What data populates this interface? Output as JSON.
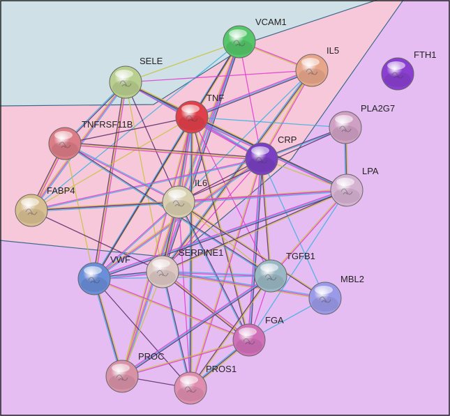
{
  "nodes": [
    {
      "id": "VCAM1",
      "label": "VCAM1",
      "color": "#55c66a"
    },
    {
      "id": "IL5",
      "label": "IL5",
      "color": "#e7a68a"
    },
    {
      "id": "FTH1",
      "label": "FTH1",
      "color": "#8a3fd0"
    },
    {
      "id": "SELE",
      "label": "SELE",
      "color": "#b9cf8f"
    },
    {
      "id": "TNF",
      "label": "TNF",
      "color": "#e0404a"
    },
    {
      "id": "PLA2G7",
      "label": "PLA2G7",
      "color": "#cfa0c4"
    },
    {
      "id": "TNFRSF11B",
      "label": "TNFRSF11B",
      "color": "#dc7c87"
    },
    {
      "id": "CRP",
      "label": "CRP",
      "color": "#7a3fc2"
    },
    {
      "id": "LPA",
      "label": "LPA",
      "color": "#d6b2d2"
    },
    {
      "id": "FABP4",
      "label": "FABP4",
      "color": "#d8bf92"
    },
    {
      "id": "IL6",
      "label": "IL6",
      "color": "#d8cfb0"
    },
    {
      "id": "VWF",
      "label": "VWF",
      "color": "#6a8ed8"
    },
    {
      "id": "SERPINE1",
      "label": "SERPINE1",
      "color": "#ddc8c4"
    },
    {
      "id": "TGFB1",
      "label": "TGFB1",
      "color": "#9ab8c4"
    },
    {
      "id": "MBL2",
      "label": "MBL2",
      "color": "#9b9ae8"
    },
    {
      "id": "FGA",
      "label": "FGA",
      "color": "#d070b8"
    },
    {
      "id": "PROC",
      "label": "PROC",
      "color": "#d892a8"
    },
    {
      "id": "PROS1",
      "label": "PROS1",
      "color": "#e08eb0"
    }
  ],
  "edges": [
    [
      "VCAM1",
      "SELE"
    ],
    [
      "VCAM1",
      "TNF"
    ],
    [
      "VCAM1",
      "IL6"
    ],
    [
      "VCAM1",
      "CRP"
    ],
    [
      "VCAM1",
      "VWF"
    ],
    [
      "VCAM1",
      "SERPINE1"
    ],
    [
      "VCAM1",
      "FABP4"
    ],
    [
      "VCAM1",
      "IL5"
    ],
    [
      "SELE",
      "TNF"
    ],
    [
      "SELE",
      "IL6"
    ],
    [
      "SELE",
      "CRP"
    ],
    [
      "SELE",
      "VWF"
    ],
    [
      "SELE",
      "SERPINE1"
    ],
    [
      "SELE",
      "TNFRSF11B"
    ],
    [
      "SELE",
      "FABP4"
    ],
    [
      "SELE",
      "IL5"
    ],
    [
      "SELE",
      "LPA"
    ],
    [
      "IL5",
      "TNF"
    ],
    [
      "IL5",
      "IL6"
    ],
    [
      "IL5",
      "CRP"
    ],
    [
      "IL5",
      "SERPINE1"
    ],
    [
      "TNF",
      "TNFRSF11B"
    ],
    [
      "TNF",
      "CRP"
    ],
    [
      "TNF",
      "IL6"
    ],
    [
      "TNF",
      "FABP4"
    ],
    [
      "TNF",
      "VWF"
    ],
    [
      "TNF",
      "SERPINE1"
    ],
    [
      "TNF",
      "TGFB1"
    ],
    [
      "TNF",
      "FGA"
    ],
    [
      "TNF",
      "LPA"
    ],
    [
      "TNF",
      "PLA2G7"
    ],
    [
      "TNF",
      "PROC"
    ],
    [
      "TNF",
      "PROS1"
    ],
    [
      "CRP",
      "IL6"
    ],
    [
      "CRP",
      "FABP4"
    ],
    [
      "CRP",
      "TNFRSF11B"
    ],
    [
      "CRP",
      "LPA"
    ],
    [
      "CRP",
      "PLA2G7"
    ],
    [
      "CRP",
      "VWF"
    ],
    [
      "CRP",
      "SERPINE1"
    ],
    [
      "CRP",
      "TGFB1"
    ],
    [
      "CRP",
      "FGA"
    ],
    [
      "CRP",
      "MBL2"
    ],
    [
      "CRP",
      "PROS1"
    ],
    [
      "PLA2G7",
      "LPA"
    ],
    [
      "PLA2G7",
      "IL6"
    ],
    [
      "TNFRSF11B",
      "IL6"
    ],
    [
      "TNFRSF11B",
      "FABP4"
    ],
    [
      "TNFRSF11B",
      "VWF"
    ],
    [
      "TNFRSF11B",
      "TGFB1"
    ],
    [
      "LPA",
      "IL6"
    ],
    [
      "LPA",
      "FABP4"
    ],
    [
      "LPA",
      "SERPINE1"
    ],
    [
      "LPA",
      "VWF"
    ],
    [
      "LPA",
      "FGA"
    ],
    [
      "LPA",
      "TGFB1"
    ],
    [
      "FABP4",
      "IL6"
    ],
    [
      "FABP4",
      "SERPINE1"
    ],
    [
      "IL6",
      "VWF"
    ],
    [
      "IL6",
      "SERPINE1"
    ],
    [
      "IL6",
      "TGFB1"
    ],
    [
      "IL6",
      "FGA"
    ],
    [
      "IL6",
      "PROC"
    ],
    [
      "IL6",
      "PROS1"
    ],
    [
      "IL6",
      "MBL2"
    ],
    [
      "VWF",
      "SERPINE1"
    ],
    [
      "VWF",
      "TGFB1"
    ],
    [
      "VWF",
      "FGA"
    ],
    [
      "VWF",
      "PROC"
    ],
    [
      "VWF",
      "PROS1"
    ],
    [
      "SERPINE1",
      "TGFB1"
    ],
    [
      "SERPINE1",
      "FGA"
    ],
    [
      "SERPINE1",
      "PROC"
    ],
    [
      "SERPINE1",
      "PROS1"
    ],
    [
      "SERPINE1",
      "MBL2"
    ],
    [
      "TGFB1",
      "FGA"
    ],
    [
      "TGFB1",
      "PROS1"
    ],
    [
      "TGFB1",
      "PROC"
    ],
    [
      "MBL2",
      "FGA"
    ],
    [
      "FGA",
      "PROC"
    ],
    [
      "FGA",
      "PROS1"
    ],
    [
      "PROC",
      "PROS1"
    ]
  ],
  "region_colors": {
    "blue": "#cfe0e6",
    "pink": "#f6c8da",
    "purple": "#e6bdf2",
    "border": "#3a6a8a"
  },
  "edge_palette": [
    "#c8c23a",
    "#5a2a6a",
    "#3ab0e0",
    "#e03ad0",
    "#a0a0a0"
  ]
}
